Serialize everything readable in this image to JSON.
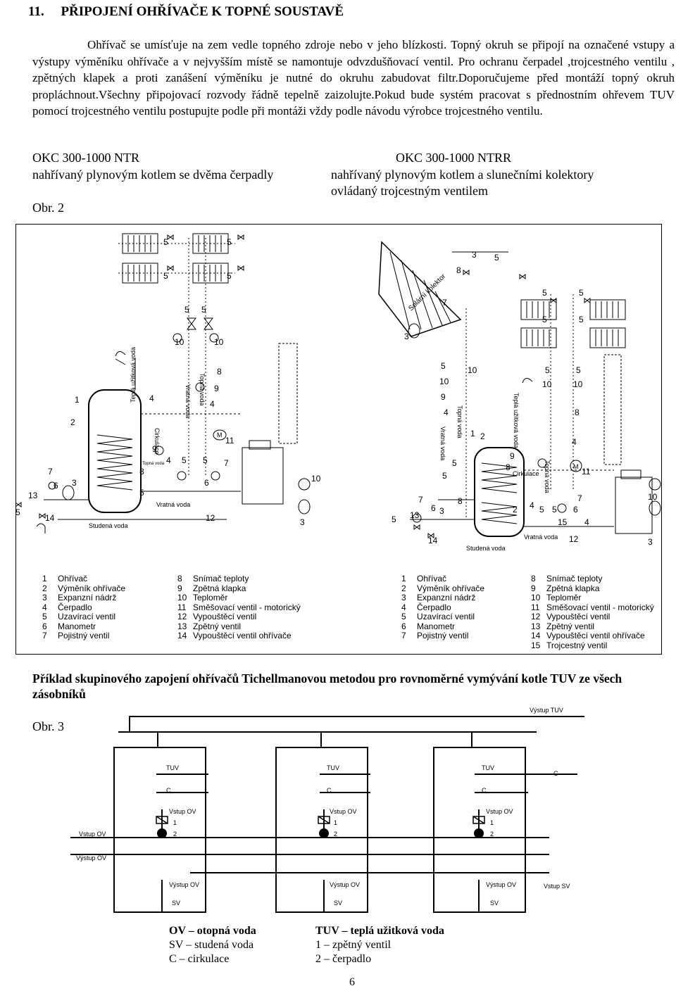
{
  "section_title": "11.     PŘIPOJENÍ OHŘÍVAČE K TOPNÉ SOUSTAVĚ",
  "intro_paragraph": "Ohřívač se umísťuje na zem vedle topného zdroje nebo v jeho blízkosti. Topný okruh se připojí na označené vstupy a výstupy výměníku ohřívače a v nejvyšším místě se namontuje odvzdušňovací ventil. Pro ochranu čerpadel ,trojcestného ventilu , zpětných klapek a proti zanášení výměníku je nutné do okruhu zabudovat filtr.Doporučujeme před montáží topný okruh propláchnout.Všechny připojovací rozvody řádně tepelně zaizolujte.Pokud bude systém pracovat s přednostním ohřevem TUV pomocí trojcestného ventilu postupujte podle při montáži vždy podle návodu výrobce trojcestného ventilu.",
  "left_model": "OKC 300-1000 NTR",
  "left_desc": "nahřívaný plynovým kotlem se dvěma čerpadly",
  "left_fig": "Obr. 2",
  "right_model": "OKC 300-1000 NTRR",
  "right_desc1": "nahřívaný plynovým kotlem a slunečními kolektory",
  "right_desc2": "ovládaný trojcestným  ventilem",
  "diagram_labels": {
    "tepla_uzitkova_voda": "Teplá užitková voda",
    "topna_voda": "Topná voda",
    "vratna_voda": "Vratná voda",
    "studena_voda": "Studená voda",
    "cirkulace": "Cirkulace",
    "solarni_kolektor": "Solární kolektor",
    "motor_m": "M"
  },
  "legend_left": [
    {
      "n": "1",
      "t": "Ohřívač"
    },
    {
      "n": "2",
      "t": "Výměník ohřívače"
    },
    {
      "n": "3",
      "t": "Expanzní nádrž"
    },
    {
      "n": "4",
      "t": "Čerpadlo"
    },
    {
      "n": "5",
      "t": "Uzavírací ventil"
    },
    {
      "n": "6",
      "t": "Manometr"
    },
    {
      "n": "7",
      "t": "Pojistný ventil"
    }
  ],
  "legend_left2": [
    {
      "n": "8",
      "t": "Snímač teploty"
    },
    {
      "n": "9",
      "t": "Zpětná klapka"
    },
    {
      "n": "10",
      "t": "Teploměr"
    },
    {
      "n": "11",
      "t": "Směšovací ventil - motorický"
    },
    {
      "n": "12",
      "t": "Vypouštěcí ventil"
    },
    {
      "n": "13",
      "t": "Zpětný ventil"
    },
    {
      "n": "14",
      "t": "Vypouštěcí ventil ohřívače"
    }
  ],
  "legend_right": [
    {
      "n": "1",
      "t": "Ohřívač"
    },
    {
      "n": "2",
      "t": "Výměník ohřívače"
    },
    {
      "n": "3",
      "t": "Expanzní nádrž"
    },
    {
      "n": "4",
      "t": "Čerpadlo"
    },
    {
      "n": "5",
      "t": "Uzavírací ventil"
    },
    {
      "n": "6",
      "t": "Manometr"
    },
    {
      "n": "7",
      "t": "Pojistný ventil"
    }
  ],
  "legend_right2": [
    {
      "n": "8",
      "t": "Snímač teploty"
    },
    {
      "n": "9",
      "t": "Zpětná klapka"
    },
    {
      "n": "10",
      "t": "Teploměr"
    },
    {
      "n": "11",
      "t": "Směšovací ventil - motorický"
    },
    {
      "n": "12",
      "t": "Vypouštěcí ventil"
    },
    {
      "n": "13",
      "t": "Zpětný ventil"
    },
    {
      "n": "14",
      "t": "Vypouštěcí ventil ohřívače"
    },
    {
      "n": "15",
      "t": "Trojcestný ventil"
    }
  ],
  "caption3": "Příklad skupinového zapojení ohřívačů Tichellmanovou metodou pro rovnoměrné vymývání kotle TUV ze všech zásobníků",
  "obr3": "Obr. 3",
  "fig3": {
    "vystup_tuv": "Výstup TUV",
    "tuv": "TUV",
    "c": "C",
    "vstup_ov": "Vstup OV",
    "vystup_ov": "Výstup OV",
    "one": "1",
    "two": "2",
    "sv": "SV",
    "vstup_sv": "Vstup SV"
  },
  "key": {
    "ov": "OV – otopná voda",
    "sv": "SV – studená voda",
    "c": "C – cirkulace",
    "tuv": "TUV – teplá užitková voda",
    "one": "1 – zpětný ventil",
    "two": "2 – čerpadlo"
  },
  "page_number": "6"
}
